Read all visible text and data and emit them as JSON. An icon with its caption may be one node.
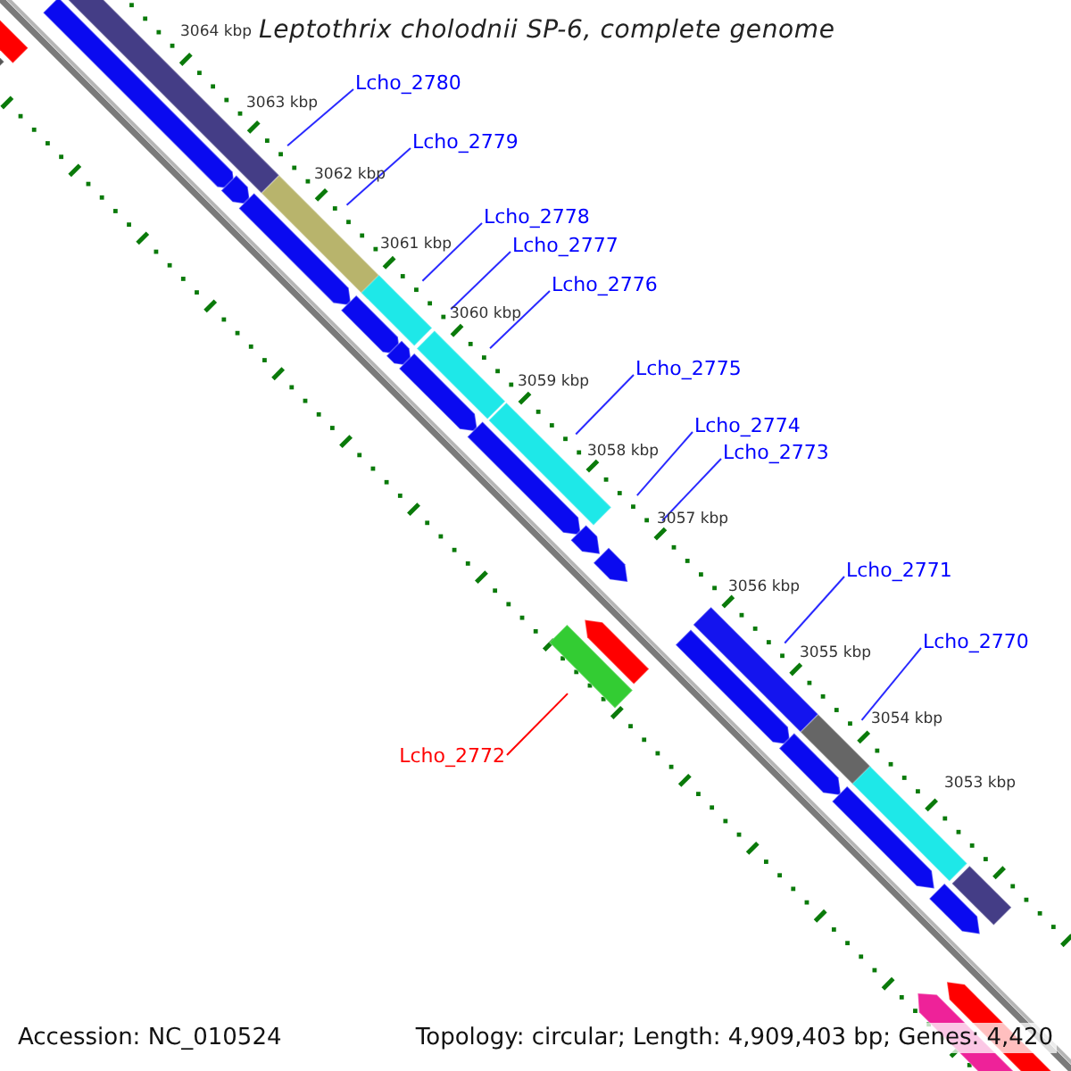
{
  "diagram": {
    "title": "Leptothrix cholodnii SP-6, complete genome",
    "nodes": [
      {
        "text": [
          "Lcho_2780"
        ]
      },
      {
        "text": [
          "Lcho_2779"
        ]
      },
      {
        "text": [
          "Lcho_2778"
        ]
      },
      {
        "text": [
          "Lcho_2777"
        ]
      },
      {
        "text": [
          "Lcho_2776"
        ]
      },
      {
        "text": [
          "Lcho_2775"
        ]
      },
      {
        "text": [
          "Lcho_2774"
        ]
      },
      {
        "text": [
          "Lcho_2773"
        ]
      },
      {
        "text": [
          "Lcho_2771"
        ]
      },
      {
        "text": [
          "Lcho_2770"
        ]
      },
      {
        "text": [
          "Lcho_2772"
        ]
      },
      {
        "text": [],
        "shape": "bar"
      },
      {
        "text": [],
        "shape": "bar"
      },
      {
        "text": [],
        "shape": "bar"
      },
      {
        "text": [],
        "shape": "bar"
      },
      {
        "text": [],
        "shape": "bar"
      },
      {
        "text": [],
        "shape": "bar"
      },
      {
        "text": [],
        "shape": "bar"
      },
      {
        "text": [],
        "shape": "bar"
      },
      {
        "text": [],
        "shape": "bar"
      },
      {
        "text": [],
        "shape": "bar"
      },
      {
        "text": [],
        "shape": "bar"
      },
      {
        "text": [],
        "shape": "bar"
      },
      {
        "text": [],
        "shape": "bar"
      },
      {
        "text": [],
        "shape": "bar"
      }
    ],
    "edges": [
      {
        "from": 0,
        "to": 12,
        "arrow": "none"
      },
      {
        "from": 1,
        "to": 13,
        "arrow": "none"
      },
      {
        "from": 2,
        "to": 14,
        "arrow": "none"
      },
      {
        "from": 3,
        "to": 15,
        "arrow": "none"
      },
      {
        "from": 4,
        "to": 16,
        "arrow": "none"
      },
      {
        "from": 5,
        "to": 17,
        "arrow": "none"
      },
      {
        "from": 6,
        "to": 18,
        "arrow": "none"
      },
      {
        "from": 7,
        "to": 19,
        "arrow": "none"
      },
      {
        "from": 8,
        "to": 21,
        "arrow": "none"
      },
      {
        "from": 9,
        "to": 22,
        "arrow": "none"
      },
      {
        "from": 10,
        "to": 20,
        "arrow": "none",
        "color": "#ff0000"
      }
    ],
    "labels": [
      "3064 kbp",
      "3063 kbp",
      "3062 kbp",
      "3061 kbp",
      "3060 kbp",
      "3059 kbp",
      "3058 kbp",
      "3057 kbp",
      "3056 kbp",
      "3055 kbp",
      "3054 kbp",
      "3053 kbp",
      "Accession: NC_010524",
      "Topology: circular; Length: 4,909,403 bp; Genes: 4,420"
    ]
  }
}
